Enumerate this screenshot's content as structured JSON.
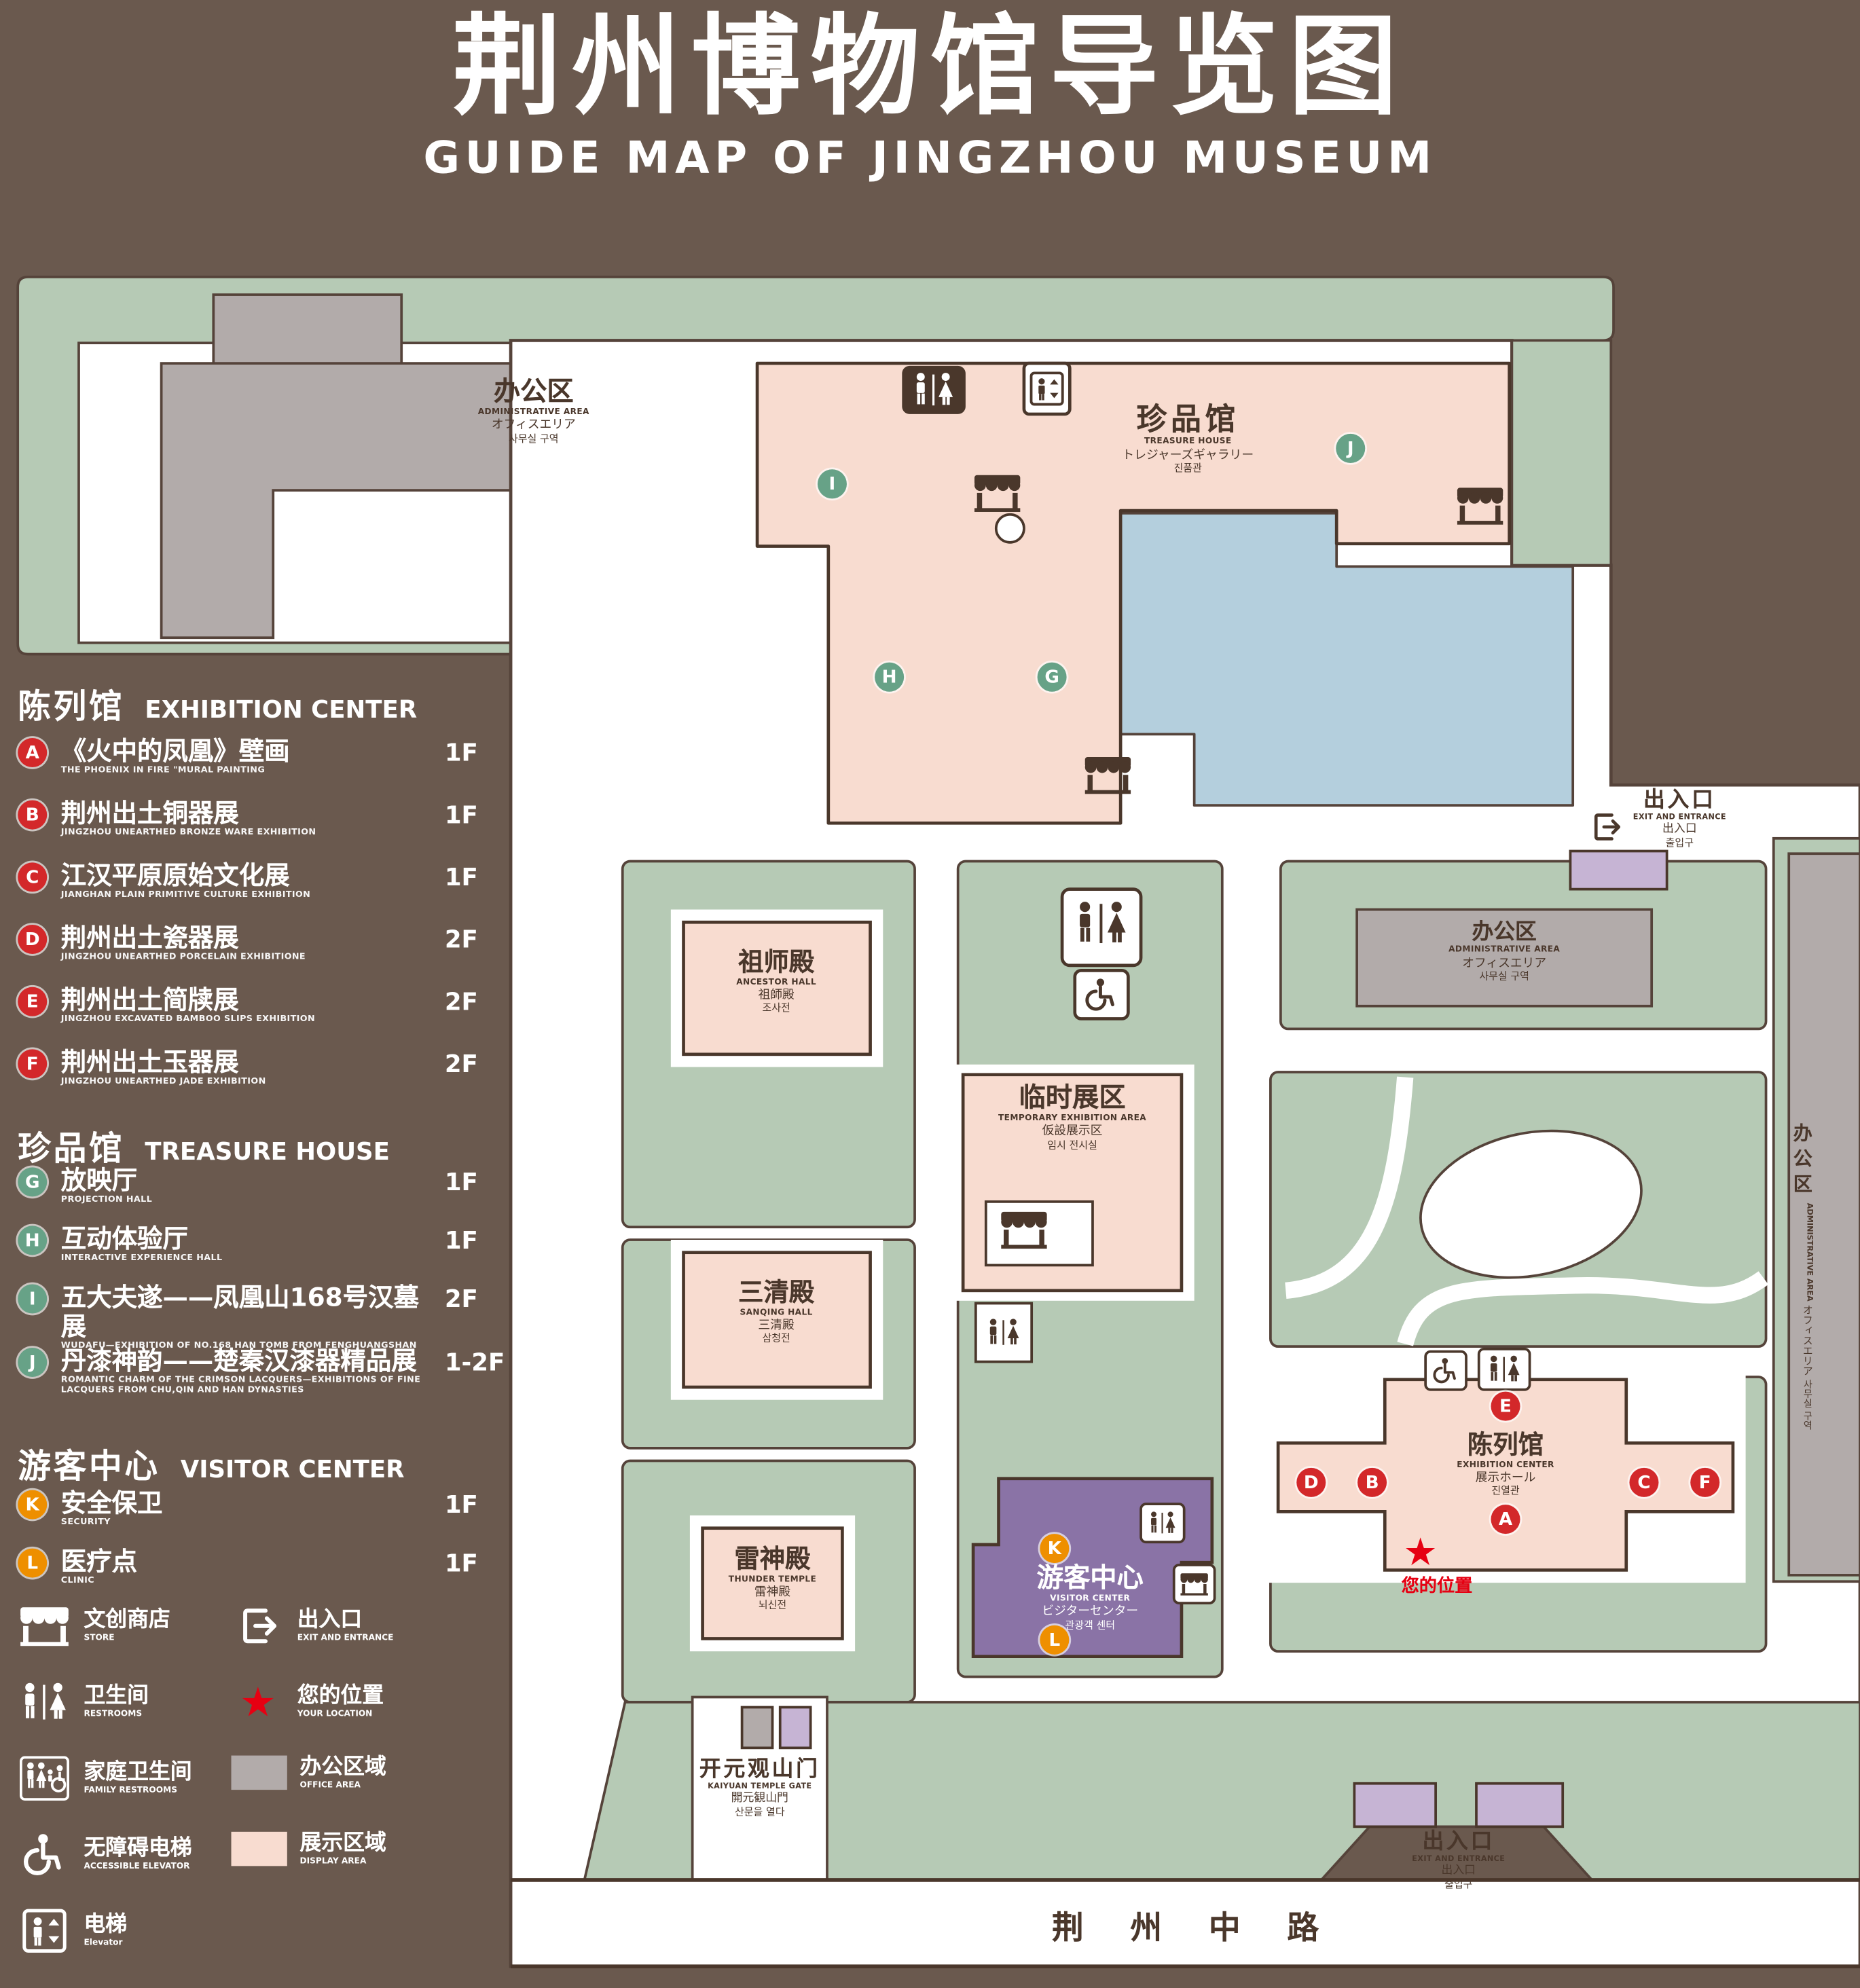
{
  "colors": {
    "background": "#6a594e",
    "green_area": "#b6cab5",
    "display_area_pink": "#f8dcd0",
    "office_area_gray": "#b2abaa",
    "pond_blue": "#b4cfdd",
    "visitor_center_purple": "#8a73a6",
    "entrance_purple": "#c6b4d4",
    "outline_dark": "#4a372b",
    "marker_red": "#d3282a",
    "marker_green": "#67a287",
    "marker_orange": "#ee8f00",
    "location_red": "#e60012"
  },
  "header": {
    "title_zh": "荆州博物馆导览图",
    "title_en": "GUIDE MAP OF JINGZHOU MUSEUM"
  },
  "legend": {
    "sections": [
      {
        "heading_zh": "陈列馆",
        "heading_en": "EXHIBITION CENTER",
        "items": [
          {
            "letter": "A",
            "zh": "《火中的凤凰》壁画",
            "en": "THE PHOENIX IN FIRE \"MURAL PAINTING",
            "floor": "1F"
          },
          {
            "letter": "B",
            "zh": "荆州出土铜器展",
            "en": "JINGZHOU UNEARTHED BRONZE WARE EXHIBITION",
            "floor": "1F"
          },
          {
            "letter": "C",
            "zh": "江汉平原原始文化展",
            "en": "JIANGHAN PLAIN PRIMITIVE CULTURE EXHIBITION",
            "floor": "1F"
          },
          {
            "letter": "D",
            "zh": "荆州出土瓷器展",
            "en": "JINGZHOU UNEARTHED PORCELAIN EXHIBITIONE",
            "floor": "2F"
          },
          {
            "letter": "E",
            "zh": "荆州出土简牍展",
            "en": "JINGZHOU EXCAVATED BAMBOO SLIPS EXHIBITION",
            "floor": "2F"
          },
          {
            "letter": "F",
            "zh": "荆州出土玉器展",
            "en": "JINGZHOU UNEARTHED JADE EXHIBITION",
            "floor": "2F"
          }
        ]
      },
      {
        "heading_zh": "珍品馆",
        "heading_en": "TREASURE HOUSE",
        "items": [
          {
            "letter": "G",
            "zh": "放映厅",
            "en": "PROJECTION HALL",
            "floor": "1F"
          },
          {
            "letter": "H",
            "zh": "互动体验厅",
            "en": "INTERACTIVE EXPERIENCE HALL",
            "floor": "1F"
          },
          {
            "letter": "I",
            "zh": "五大夫遂——凤凰山168号汉墓展",
            "en": "WUDAFU—EXHIBITION OF NO.168 HAN TOMB FROM FENGHUANGSHAN",
            "floor": "2F"
          },
          {
            "letter": "J",
            "zh": "丹漆神韵——楚秦汉漆器精品展",
            "en": "ROMANTIC CHARM OF THE CRIMSON LACQUERS—EXHIBITIONS OF FINE LACQUERS FROM CHU,QIN AND HAN DYNASTIES",
            "floor": "1-2F"
          }
        ]
      },
      {
        "heading_zh": "游客中心",
        "heading_en": "VISITOR CENTER",
        "items": [
          {
            "letter": "K",
            "zh": "安全保卫",
            "en": "SECURITY",
            "floor": "1F"
          },
          {
            "letter": "L",
            "zh": "医疗点",
            "en": "CLINIC",
            "floor": "1F"
          }
        ]
      }
    ],
    "symbols": [
      {
        "zh": "文创商店",
        "en": "STORE"
      },
      {
        "zh": "出入口",
        "en": "EXIT AND ENTRANCE"
      },
      {
        "zh": "卫生间",
        "en": "RESTROOMS"
      },
      {
        "zh": "您的位置",
        "en": "YOUR LOCATION"
      },
      {
        "zh": "家庭卫生间",
        "en": "FAMILY RESTROOMS"
      },
      {
        "zh": "办公区域",
        "en": "OFFICE AREA"
      },
      {
        "zh": "无障碍电梯",
        "en": "ACCESSIBLE ELEVATOR"
      },
      {
        "zh": "展示区域",
        "en": "DISPLAY AREA"
      },
      {
        "zh": "电梯",
        "en": "Elevator"
      }
    ]
  },
  "map": {
    "buildings": {
      "admin_nw": {
        "zh": "办公区",
        "en": "ADMINISTRATIVE AREA",
        "ja": "オフィスエリア",
        "ko": "사무실 구역"
      },
      "treasure_house": {
        "zh": "珍品馆",
        "en": "TREASURE HOUSE",
        "ja": "トレジャーズギャラリー",
        "ko": "진품관"
      },
      "ancestor_hall": {
        "zh": "祖师殿",
        "en": "ANCESTOR HALL",
        "ja": "祖師殿",
        "ko": "조사전"
      },
      "admin_east": {
        "zh": "办公区",
        "en": "ADMINISTRATIVE AREA",
        "ja": "オフィスエリア",
        "ko": "사무실 구역"
      },
      "temporary_area": {
        "zh": "临时展区",
        "en": "TEMPORARY EXHIBITION AREA",
        "ja": "仮設展示区",
        "ko": "임시 전시실"
      },
      "sanqing_hall": {
        "zh": "三清殿",
        "en": "SANQING HALL",
        "ja": "三清殿",
        "ko": "삼청전"
      },
      "exhibition_center": {
        "zh": "陈列馆",
        "en": "EXHIBITION CENTER",
        "ja": "展示ホール",
        "ko": "진열관"
      },
      "thunder_temple": {
        "zh": "雷神殿",
        "en": "THUNDER TEMPLE",
        "ja": "雷神殿",
        "ko": "뇌신전"
      },
      "visitor_center": {
        "zh": "游客中心",
        "en": "VISITOR CENTER",
        "ja": "ビジターセンター",
        "ko": "관광객 센터"
      },
      "admin_strip": {
        "zh": "办公区",
        "en": "ADMINISTRATIVE AREA",
        "ja": "オフィスエリア",
        "ko": "사무실 구역"
      },
      "gate": {
        "zh": "开元观山门",
        "en": "KAIYUAN TEMPLE GATE",
        "ja": "開元観山門",
        "ko": "산문을 열다"
      },
      "exit_right": {
        "zh": "出入口",
        "en": "EXIT AND ENTRANCE",
        "ja": "出入口",
        "ko": "출입구"
      },
      "exit_bottom": {
        "zh": "出入口",
        "en": "EXIT AND ENTRANCE",
        "ja": "出入口",
        "ko": "출입구"
      }
    },
    "road": "荆 州 中 路",
    "your_location": "您的位置",
    "markers": {
      "A": "A",
      "B": "B",
      "C": "C",
      "D": "D",
      "E": "E",
      "F": "F",
      "G": "G",
      "H": "H",
      "I": "I",
      "J": "J",
      "K": "K",
      "L": "L"
    }
  }
}
